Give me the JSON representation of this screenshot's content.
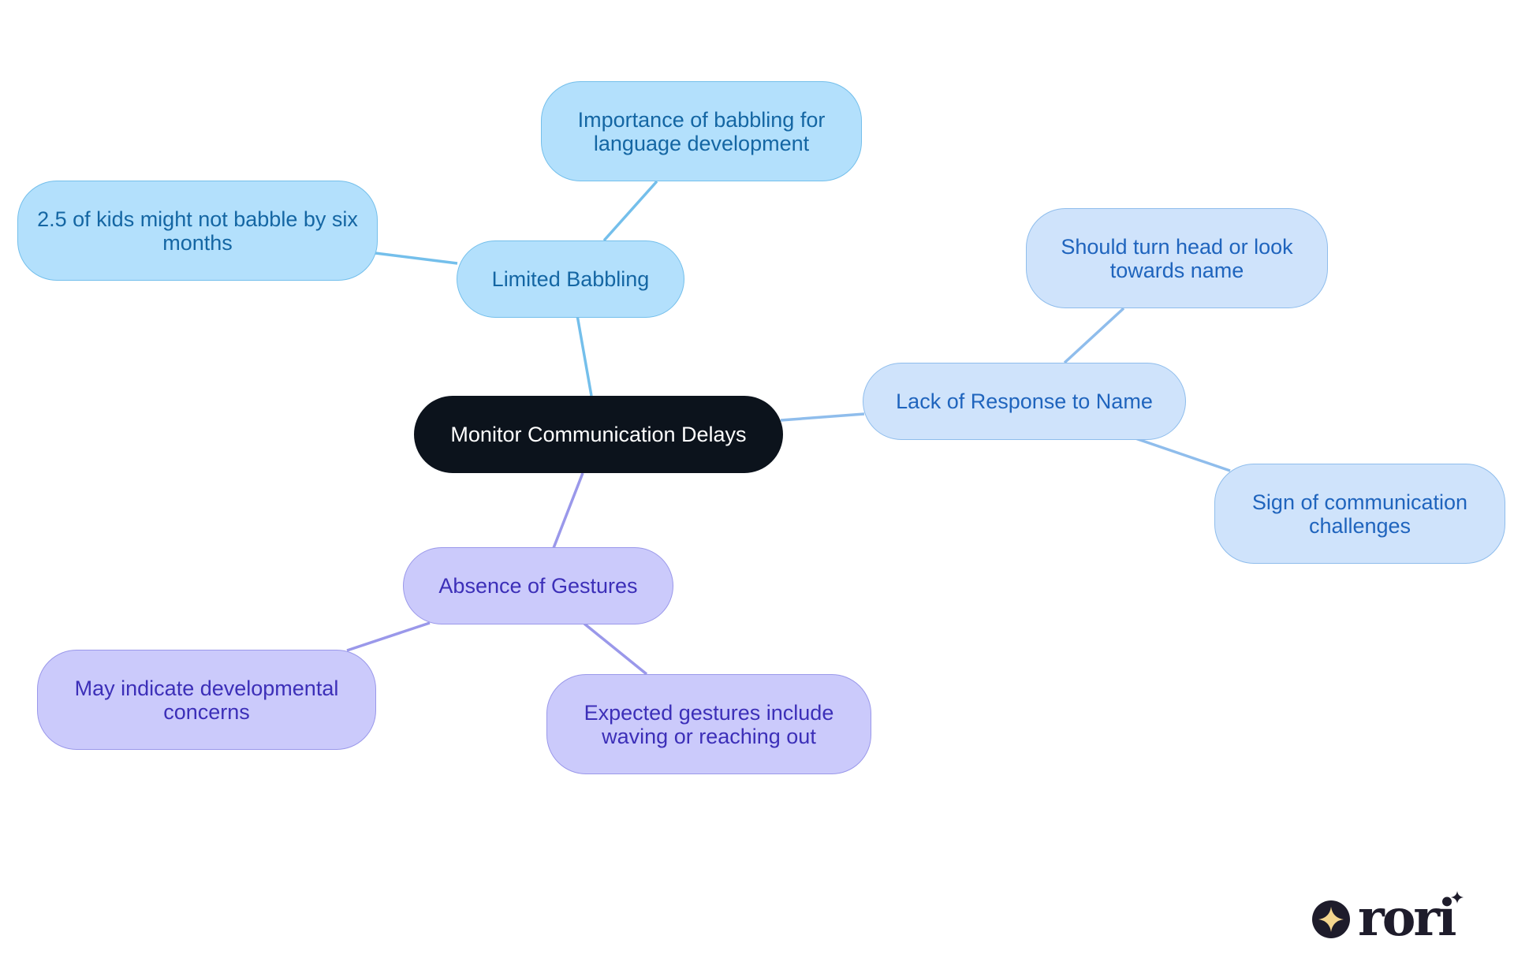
{
  "diagram": {
    "root": {
      "label": "Monitor Communication Delays"
    },
    "branches": [
      {
        "label": "Limited Babbling",
        "children": [
          "Importance of babbling for language development",
          "2.5 of kids might not babble by six months"
        ]
      },
      {
        "label": "Lack of Response to Name",
        "children": [
          "Should turn head or look towards name",
          "Sign of communication challenges"
        ]
      },
      {
        "label": "Absence of Gestures",
        "children": [
          "May indicate developmental concerns",
          "Expected gestures include waving or reaching out"
        ]
      }
    ]
  },
  "colors": {
    "root_fill": "#0c131c",
    "babbling_fill": "#b3e0fc",
    "babbling_line": "#74bfeb",
    "name_fill": "#cfe3fb",
    "name_line": "#8fbdec",
    "gestures_fill": "#cbcafb",
    "gestures_line": "#9a98ea"
  },
  "logo": {
    "icon": "sparkle-icon",
    "text": "rori"
  }
}
